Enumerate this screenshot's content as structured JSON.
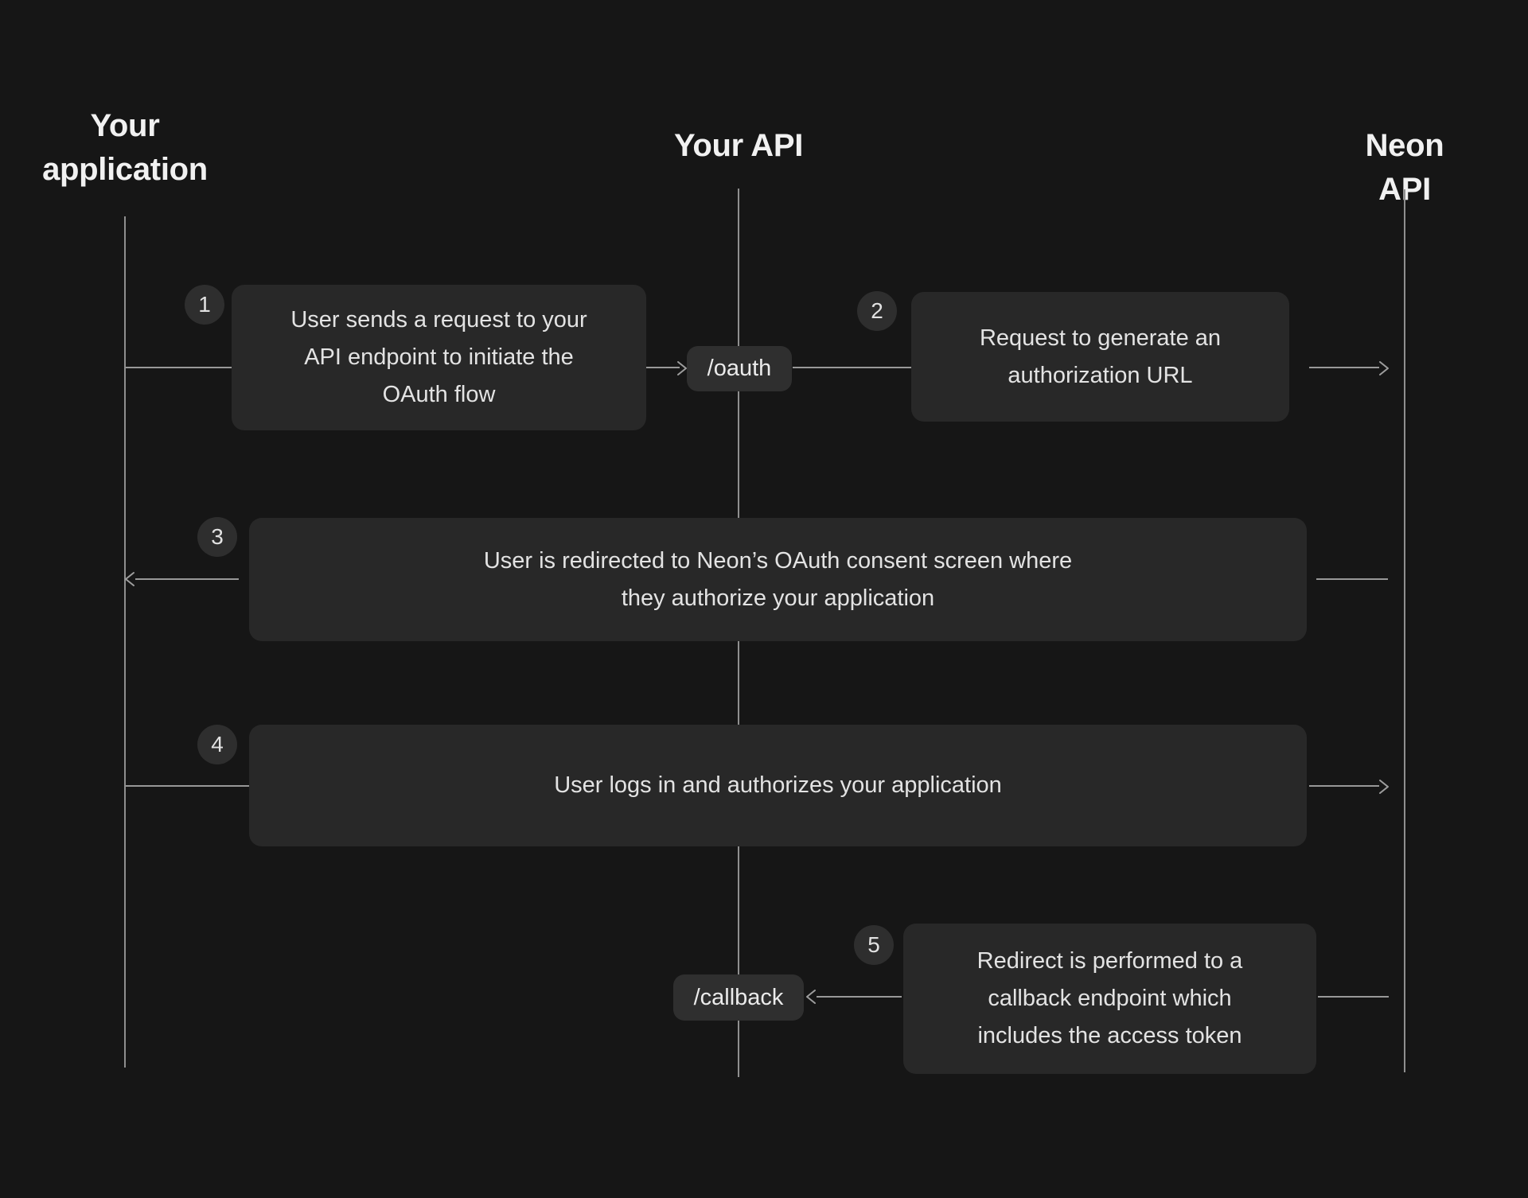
{
  "colors": {
    "background": "#161616",
    "box_fill": "#282828",
    "chip_fill": "#2f2f2f",
    "badge_fill": "#2e2e2e",
    "line": "#989898",
    "heading_text": "#f1f1f1",
    "body_text": "#e3e3e3"
  },
  "lanes": [
    {
      "label": "Your application"
    },
    {
      "label": "Your API"
    },
    {
      "label": "Neon API"
    }
  ],
  "steps": [
    {
      "number": "1",
      "lines": [
        "User sends a request to your",
        "API endpoint to initiate the",
        "OAuth flow"
      ]
    },
    {
      "number": "2",
      "lines": [
        "Request to generate an",
        "authorization URL"
      ]
    },
    {
      "number": "3",
      "lines": [
        "User is redirected to Neon’s OAuth consent screen where",
        "they authorize your application"
      ]
    },
    {
      "number": "4",
      "lines": [
        "User logs in and authorizes your application"
      ]
    },
    {
      "number": "5",
      "lines": [
        "Redirect is performed to a",
        "callback endpoint which",
        "includes the access token"
      ]
    }
  ],
  "endpoints": [
    {
      "label": "/oauth"
    },
    {
      "label": "/callback"
    }
  ]
}
